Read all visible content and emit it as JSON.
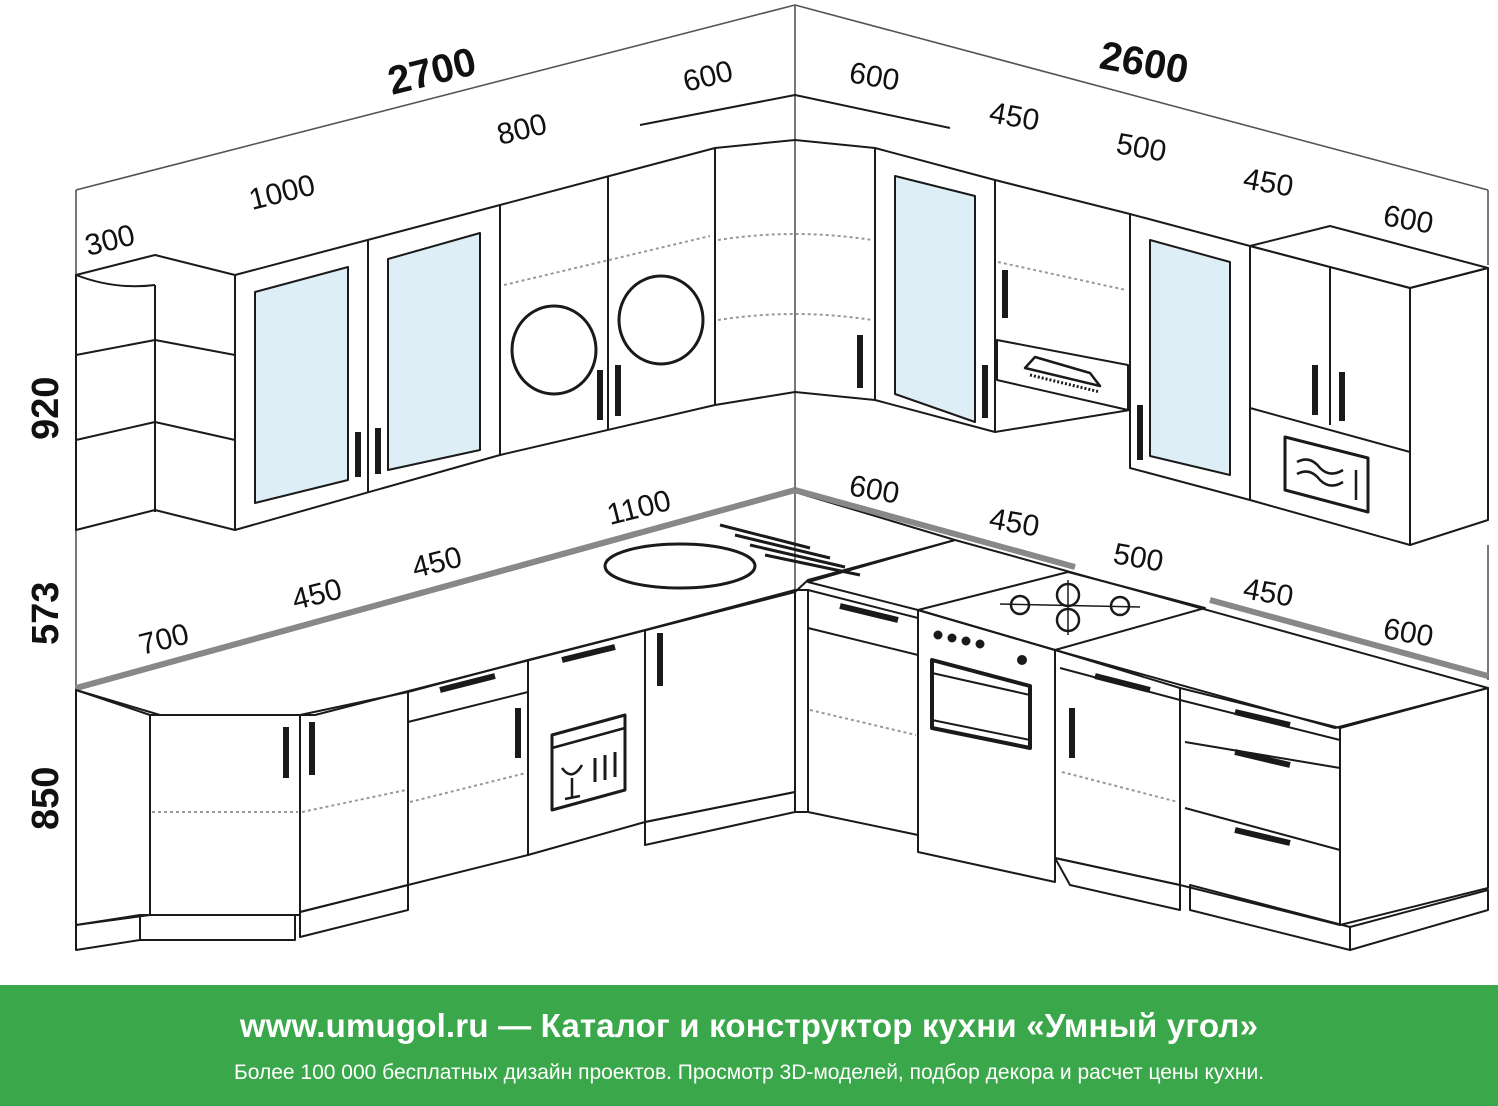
{
  "dimensions": {
    "upper_left_total": "2700",
    "upper_right_total": "2600",
    "upper_corner_shelf": "300",
    "upper_glass_double": "1000",
    "upper_plates_double": "800",
    "upper_corner_left": "600",
    "upper_corner_right": "600",
    "upper_glass_single": "450",
    "upper_hood": "500",
    "upper_glass_single_2": "450",
    "upper_microwave": "600",
    "height_upper": "920",
    "height_backsplash": "573",
    "height_base": "850",
    "base_corner_left": "700",
    "base_drawer_left": "450",
    "base_dishwasher": "450",
    "base_sink": "1100",
    "base_corner_right": "600",
    "base_right_1": "450",
    "base_stove": "500",
    "base_right_2": "450",
    "base_right_end": "600"
  },
  "footer": {
    "title": "www.umugol.ru — Каталог и конструктор кухни «Умный угол»",
    "subtitle": "Более 100 000 бесплатных дизайн проектов. Просмотр 3D-моделей, подбор декора и расчет цены кухни."
  },
  "colors": {
    "footer_bg": "#3aa84a",
    "line": "#1a1a1a",
    "glass": "#ddeef6",
    "worktop_edge": "#888888"
  }
}
